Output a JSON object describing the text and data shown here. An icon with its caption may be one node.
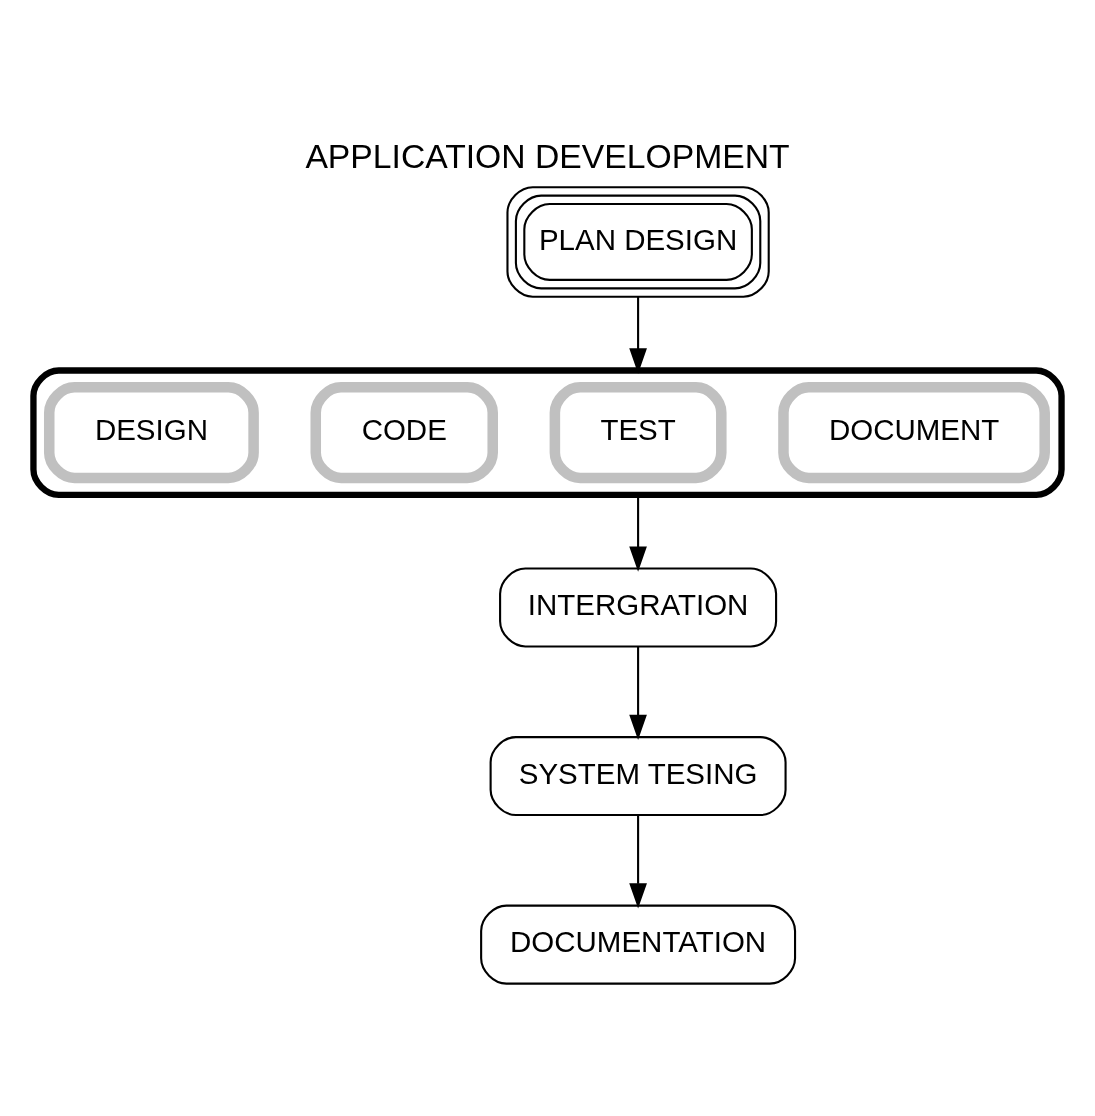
{
  "diagram": {
    "title": "APPLICATION DEVELOPMENT",
    "nodes": [
      {
        "text": [
          "PLAN DESIGN"
        ]
      },
      {
        "text": [],
        "shape": "cloud"
      },
      {
        "text": [
          "DESIGN"
        ],
        "in": 1
      },
      {
        "text": [
          "CODE"
        ],
        "in": 1
      },
      {
        "text": [
          "TEST"
        ],
        "in": 1
      },
      {
        "text": [
          "DOCUMENT"
        ],
        "in": 1
      },
      {
        "text": [
          "INTERGRATION"
        ]
      },
      {
        "text": [
          "SYSTEM TESING"
        ]
      },
      {
        "text": [
          "DOCUMENTATION"
        ]
      }
    ],
    "edges": [
      {
        "from": 0,
        "to": 1,
        "arrow": "to"
      },
      {
        "from": 1,
        "to": 6,
        "arrow": "to"
      },
      {
        "from": 6,
        "to": 7,
        "arrow": "to"
      },
      {
        "from": 7,
        "to": 8,
        "arrow": "to"
      }
    ]
  }
}
